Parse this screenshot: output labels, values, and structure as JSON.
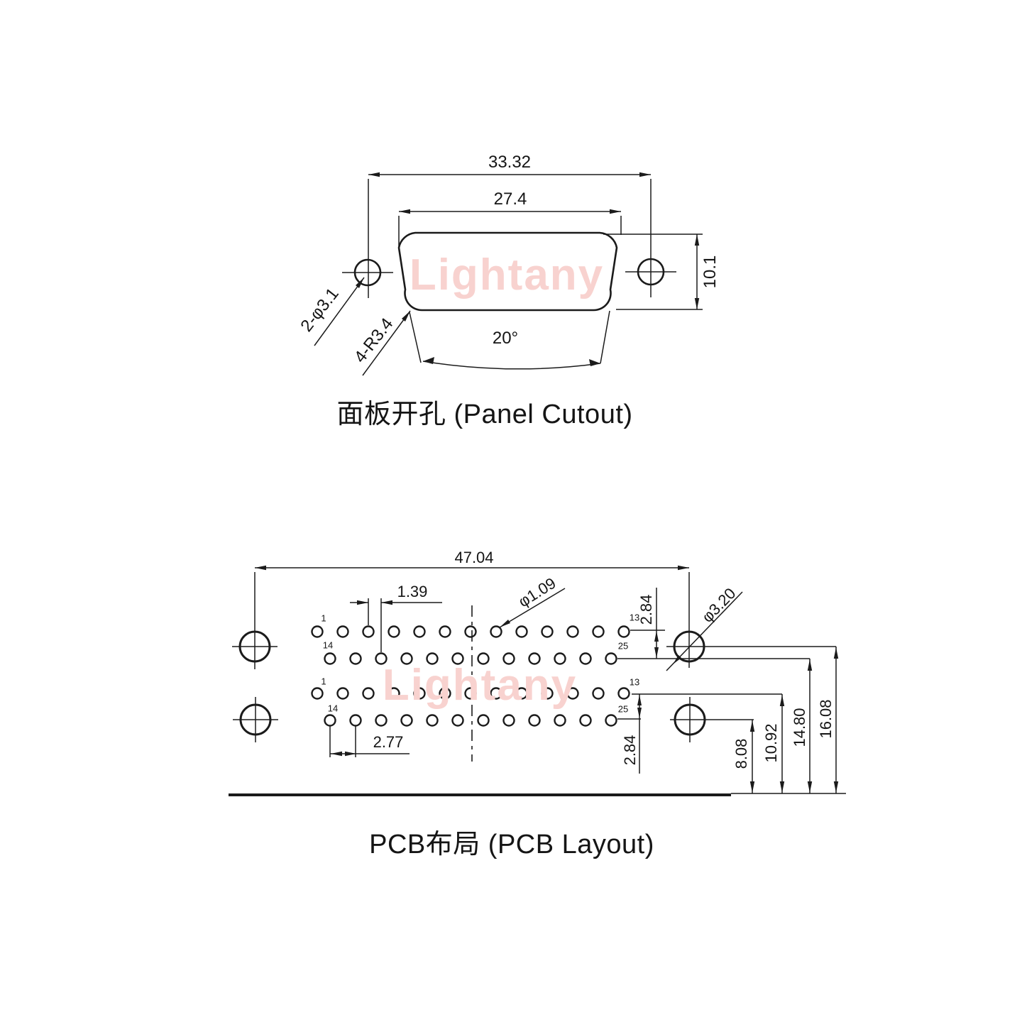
{
  "watermark": {
    "text": "Lightany",
    "color": "#f8d2cf"
  },
  "panel_cutout": {
    "caption": "面板开孔 (Panel Cutout)",
    "dim_overall_width": "33.32",
    "dim_cutout_width": "27.4",
    "dim_cutout_height": "10.1",
    "dim_taper_angle": "20°",
    "label_mounting_holes": "2-φ3.1",
    "label_corner_radius": "4-R3.4"
  },
  "pcb_layout": {
    "caption": "PCB布局 (PCB Layout)",
    "dim_overall_width": "47.04",
    "dim_row_offset": "1.39",
    "label_pin_hole_dia": "φ1.09",
    "dim_row_spacing_upper": "2.84",
    "label_mounting_hole_dia": "φ3.20",
    "dim_pin_pitch": "2.77",
    "dim_row_spacing_lower": "2.84",
    "dim_mount_bottom_to_edge": "8.08",
    "dim_row13_to_edge": "10.92",
    "dim_row25_to_edge": "14.80",
    "dim_mount_top_to_edge": "16.08",
    "pins_upper": {
      "pin1": "1",
      "pin13": "13",
      "pin14": "14",
      "pin25": "25"
    },
    "pins_lower": {
      "pin1": "1",
      "pin13": "13",
      "pin14": "14",
      "pin25": "25"
    }
  }
}
